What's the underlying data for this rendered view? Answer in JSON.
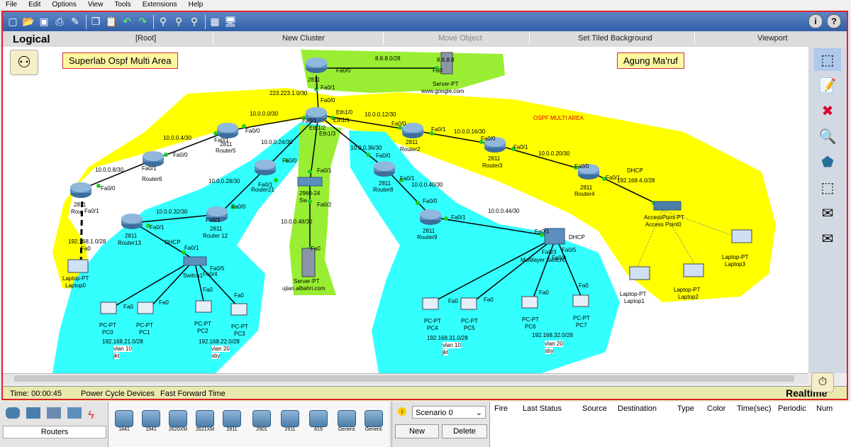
{
  "menu": [
    "File",
    "Edit",
    "Options",
    "View",
    "Tools",
    "Extensions",
    "Help"
  ],
  "toolbar_icons": [
    "new-icon",
    "open-icon",
    "save-icon",
    "print-icon",
    "edit-icon",
    "copy-icon",
    "paste-icon",
    "undo-icon",
    "redo-icon",
    "zoom-in-icon",
    "zoom-reset-icon",
    "zoom-out-icon",
    "palette-icon",
    "device-icon"
  ],
  "logical_bar": {
    "tab": "Logical",
    "root": "[Root]",
    "new_cluster": "New Cluster",
    "move_object": "Move Object",
    "set_bg": "Set Tiled Background",
    "viewport": "Viewport"
  },
  "notes": {
    "title": "Superlab Ospf Multi Area",
    "author": "Agung Ma'ruf",
    "ospf": "OSPF MULTI AREA"
  },
  "devices": {
    "r_top": "2811",
    "r_top_sub": "1",
    "server_google": [
      "Server-PT",
      "www.google.com"
    ],
    "r5": [
      "2811",
      "Router5"
    ],
    "r6": [
      "Router6"
    ],
    "r_left": [
      "2811",
      "Rou"
    ],
    "r21": [
      "Router21"
    ],
    "r12": [
      "2811",
      "Router 12"
    ],
    "r13": [
      "2811",
      "Router13"
    ],
    "switch": [
      "2960-24",
      "Sw"
    ],
    "server_ujian": [
      "Server-PT",
      "ujian.albahri.com"
    ],
    "r8": [
      "2811",
      "Router8"
    ],
    "r9": [
      "2811",
      "Router9"
    ],
    "r2": [
      "2811",
      "Router2"
    ],
    "r3": [
      "2811",
      "Router3"
    ],
    "r4": [
      "2811",
      "Router4"
    ],
    "ap": [
      "AccessPoint-PT",
      "Access Point0"
    ],
    "mls": [
      "Multilayer Switch0"
    ],
    "sw_left": [
      "Switch1"
    ],
    "laptop0": [
      "Laptop-PT",
      "Laptop0"
    ],
    "laptop1": [
      "Laptop-PT",
      "Laptop1"
    ],
    "laptop2": [
      "Laptop-PT",
      "Laptop2"
    ],
    "laptop3": [
      "Laptop-PT",
      "Laptop3"
    ],
    "pc0": [
      "PC-PT",
      "PC0"
    ],
    "pc1": [
      "PC-PT",
      "PC1"
    ],
    "pc2": [
      "PC-PT",
      "PC2"
    ],
    "pc3": [
      "PC-PT",
      "PC3"
    ],
    "pc4": [
      "PC-PT",
      "PC4"
    ],
    "pc5": [
      "PC-PT",
      "PC5"
    ],
    "pc6": [
      "PC-PT",
      "PC6"
    ],
    "pc7": [
      "PC-PT",
      "PC7"
    ],
    "server_google_ip": "8.8.8.8"
  },
  "networks": {
    "n1": "8.8.8.0/28",
    "n2": "223.223.1.0/30",
    "n3": "10.0.0.0/30",
    "n4": "10.0.0.4/30",
    "n5": "10.0.0.8/30",
    "n6": "10.0.0.24/30",
    "n7": "10.0.0.28/30",
    "n8": "10.0.0.32/30",
    "n9": "10.0.0.12/30",
    "n10": "10.0.0.16/30",
    "n11": "10.0.0.20/30",
    "n12": "10.0.0.36/30",
    "n13": "10.0.0.40/30",
    "n14": "10.0.0.44/30",
    "n15": "10.0.0.48/30",
    "n16": "192.168.1.0/28",
    "n17": "192.168.4.0/28",
    "n18": "192.168.21.0/28",
    "n19": "192.168.22.0/28",
    "n20": "192.168.31.0/28",
    "n21": "192.168.32.0/28"
  },
  "ports": {
    "fa00": "Fa0/0",
    "fa01": "Fa0/1",
    "fa0": "Fa0",
    "eth10": "Eth1/0",
    "eth11": "Eth1/1",
    "eth12": "Eth1/2",
    "eth13": "Eth1/3",
    "fa02": "Fa0/2",
    "fa03": "Fa0/3",
    "fa04": "Fa0/4",
    "fa05": "Fa0/5",
    "dhcp": "DHCP"
  },
  "vlans": {
    "v10jkt": [
      "vlan 10",
      "jkt"
    ],
    "v20sby": [
      "vlan 20",
      "sby"
    ]
  },
  "timebar": {
    "time": "Time: 00:00:45",
    "power": "Power Cycle Devices",
    "ff": "Fast Forward Time",
    "mode": "Realtime"
  },
  "bottom": {
    "category": "Routers",
    "models": [
      "1841",
      "1941",
      "2620XM",
      "2621XM",
      "2811",
      "2901",
      "2911",
      "819",
      "Generic",
      "Generic"
    ],
    "scenario": "Scenario 0",
    "new_btn": "New",
    "delete_btn": "Delete",
    "columns": [
      "Fire",
      "Last Status",
      "Source",
      "Destination",
      "Type",
      "Color",
      "Time(sec)",
      "Periodic",
      "Num"
    ]
  },
  "colors": {
    "yellow": "#ffff00",
    "cyan": "#33ffff",
    "green": "#99ee33",
    "link": "#000000",
    "serial": "#000000"
  }
}
